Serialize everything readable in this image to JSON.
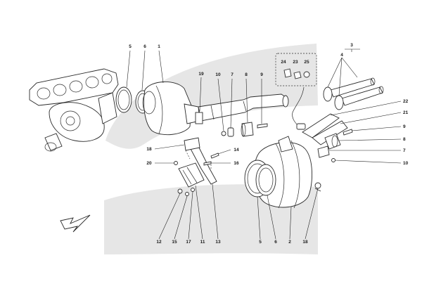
{
  "diagram": {
    "title": "",
    "watermark_color": "#e6e6e6",
    "line_color": "#2a2a2a",
    "callouts": {
      "c5_top": "5",
      "c6_top": "6",
      "c1": "1",
      "c19": "19",
      "c10_top": "10",
      "c7": "7",
      "c8_top": "8",
      "c9_top": "9",
      "c24": "24",
      "c23": "23",
      "c25": "25",
      "c3": "3",
      "c4": "4",
      "c22": "22",
      "c21": "21",
      "c9_right": "9",
      "c8_right": "8",
      "c7_right": "7",
      "c10_right": "10",
      "c18_left": "18",
      "c14": "14",
      "c20": "20",
      "c16": "16",
      "c12": "12",
      "c15": "15",
      "c17": "17",
      "c11": "11",
      "c13": "13",
      "c5_bottom": "5",
      "c6_bottom": "6",
      "c2": "2",
      "c18_bottom": "18"
    }
  }
}
